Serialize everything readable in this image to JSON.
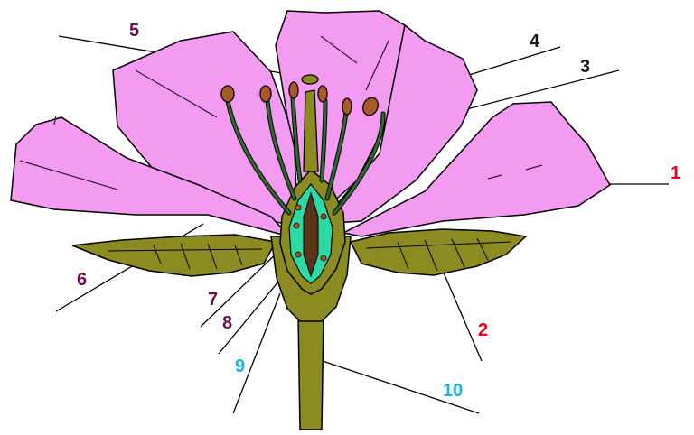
{
  "labels": [
    {
      "id": "1",
      "text": "1",
      "color": "#e8001c"
    },
    {
      "id": "2",
      "text": "2",
      "color": "#e8001c"
    },
    {
      "id": "3",
      "text": "3",
      "color": "#1a1a1a"
    },
    {
      "id": "4",
      "text": "4",
      "color": "#1a1a1a"
    },
    {
      "id": "5",
      "text": "5",
      "color": "#6a1050"
    },
    {
      "id": "6",
      "text": "6",
      "color": "#6a1050"
    },
    {
      "id": "7",
      "text": "7",
      "color": "#6a1050"
    },
    {
      "id": "8",
      "text": "8",
      "color": "#6a1050"
    },
    {
      "id": "9",
      "text": "9",
      "color": "#1ab2e8"
    },
    {
      "id": "10",
      "text": "10",
      "color": "#1ab2e8"
    }
  ],
  "colors": {
    "petal": "#f29bf0",
    "sepal": "#8b8b22",
    "stem": "#8b8b22",
    "ovary": "#2fd9a5",
    "filament": "#2f6b2f",
    "anther": "#a85a2a",
    "ovule": "#5a3418",
    "outline": "#000000"
  }
}
